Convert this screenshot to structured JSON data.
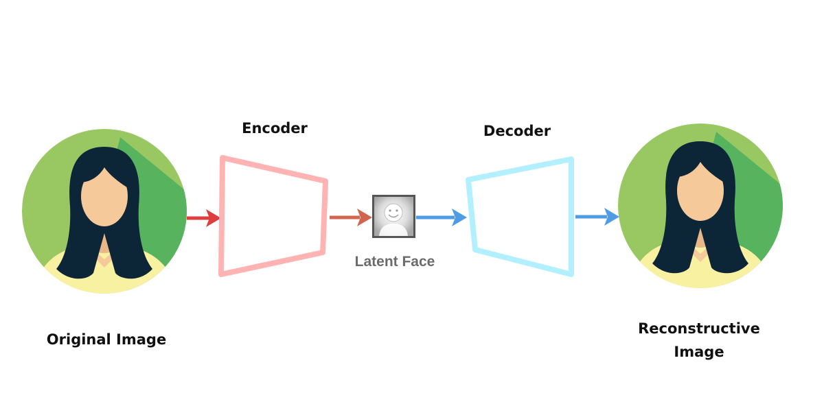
{
  "labels": {
    "original": "Original Image",
    "encoder": "Encoder",
    "decoder": "Decoder",
    "latent": "Latent Face",
    "reconstructive_line1": "Reconstructive",
    "reconstructive_line2": "Image"
  },
  "colors": {
    "avatar_bg_light": "#99c862",
    "avatar_bg_dark": "#57b35e",
    "hair": "#0d2637",
    "skin": "#f6c99a",
    "neck_shadow": "#e9b889",
    "shirt": "#f9f1a2",
    "encoder_stroke": "#ffb3b3",
    "decoder_stroke": "#b3f0ff",
    "arrow_red": "#df3e3e",
    "arrow_brown": "#d2654f",
    "arrow_blue": "#4f9ce6",
    "latent_frame": "#555555",
    "latent_fill": "#b8b8b8"
  },
  "icons": [
    "avatar-icon",
    "smiley-face-icon",
    "arrow-right-icon"
  ]
}
